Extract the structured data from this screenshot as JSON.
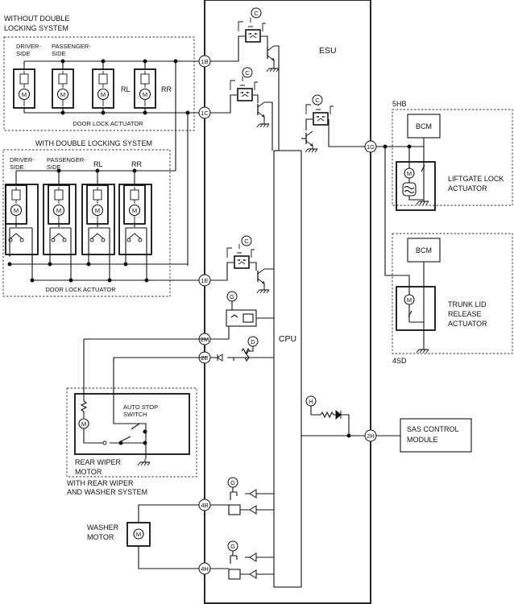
{
  "esu": {
    "title": "ESU",
    "cpu": "CPU"
  },
  "groups": {
    "without_double": {
      "line1": "WITHOUT DOUBLE",
      "line2": "LOCKING SYSTEM"
    },
    "with_double": {
      "title": "WITH DOUBLE LOCKING SYSTEM"
    },
    "wiper_system": {
      "line1": "WITH REAR WIPER",
      "line2": "AND WASHER SYSTEM"
    }
  },
  "actuators": {
    "driver_line1": "DRIVER-",
    "driver_line2": "SIDE",
    "passenger_line1": "PASSENGER-",
    "passenger_line2": "SIDE",
    "rl": "RL",
    "rr": "RR",
    "door_lock_label": "DOOR LOCK ACTUATOR"
  },
  "motor_symbol": "M",
  "connectors": {
    "c1b": "1B",
    "c1c": "1C",
    "c1e": "1E",
    "c1g": "1G",
    "c2m": "2M",
    "c2e": "2E",
    "c2h": "2H",
    "c4b": "4B",
    "c4h": "4H"
  },
  "relay_markers": {
    "c": "C",
    "g": "G",
    "d": "D",
    "h": "H"
  },
  "hb5": {
    "variant": "5HB",
    "bcm": "BCM",
    "actuator_line1": "LIFTGATE LOCK",
    "actuator_line2": "ACTUATOR"
  },
  "sd4": {
    "variant": "4SD",
    "bcm": "BCM",
    "actuator_line1": "TRUNK LID",
    "actuator_line2": "RELEASE",
    "actuator_line3": "ACTUATOR"
  },
  "wiper": {
    "switch_line1": "AUTO STOP",
    "switch_line2": "SWITCH",
    "motor_line1": "REAR WIPER",
    "motor_line2": "MOTOR"
  },
  "washer": {
    "line1": "WASHER",
    "line2": "MOTOR"
  },
  "sas": {
    "line1": "SAS CONTROL",
    "line2": "MODULE"
  }
}
